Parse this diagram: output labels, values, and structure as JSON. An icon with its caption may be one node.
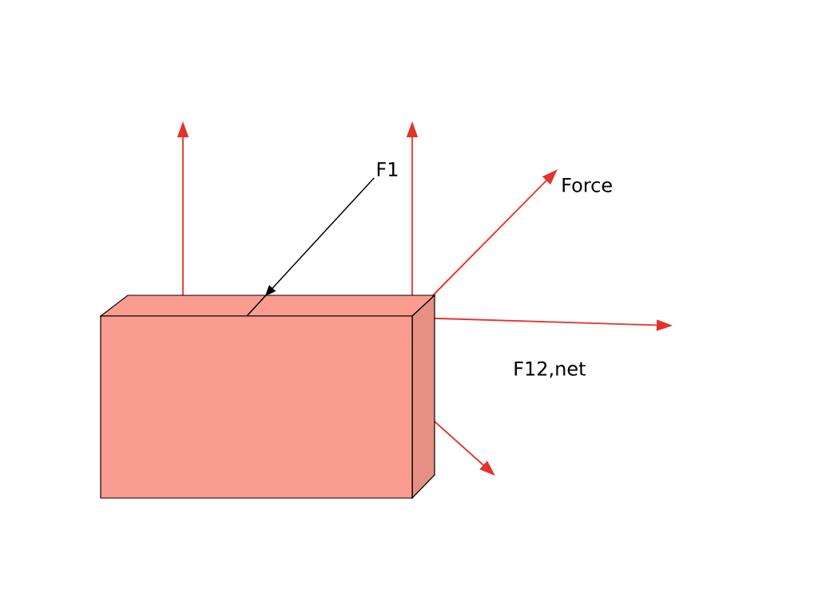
{
  "diagram": {
    "nodes": [
      {
        "text": [],
        "shape": "box"
      },
      {
        "text": [
          "F1"
        ]
      }
    ],
    "edges": [
      {
        "from": 1,
        "to": 0,
        "arrow": "to"
      }
    ],
    "labels": [
      "Force",
      "F12,net"
    ]
  }
}
